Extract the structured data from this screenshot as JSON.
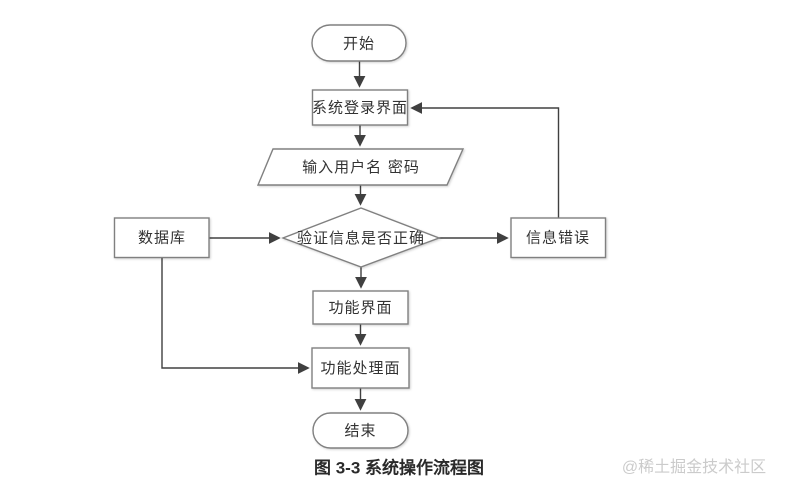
{
  "diagram": {
    "caption": "图 3-3 系统操作流程图",
    "watermark": "@稀土掘金技术社区",
    "nodes": {
      "start": {
        "label": "开始",
        "type": "terminator"
      },
      "login": {
        "label": "系统登录界面",
        "type": "process"
      },
      "input": {
        "label": "输入用户名 密码",
        "type": "input-output"
      },
      "verify": {
        "label": "验证信息是否正确",
        "type": "decision"
      },
      "database": {
        "label": "数据库",
        "type": "process"
      },
      "error": {
        "label": "信息错误",
        "type": "process"
      },
      "function_ui": {
        "label": "功能界面",
        "type": "process"
      },
      "function_process": {
        "label": "功能处理面",
        "type": "process"
      },
      "end": {
        "label": "结束",
        "type": "terminator"
      }
    },
    "edges": [
      "start -> login",
      "login -> input",
      "input -> verify",
      "database -> verify",
      "verify -> error",
      "error -> login",
      "verify -> function_ui",
      "function_ui -> function_process",
      "database -> function_process",
      "function_process -> end"
    ],
    "colors": {
      "shape_stroke": "#808080",
      "connector": "#404040",
      "text": "#333333",
      "watermark": "#cbcbcb",
      "background": "#ffffff"
    }
  }
}
